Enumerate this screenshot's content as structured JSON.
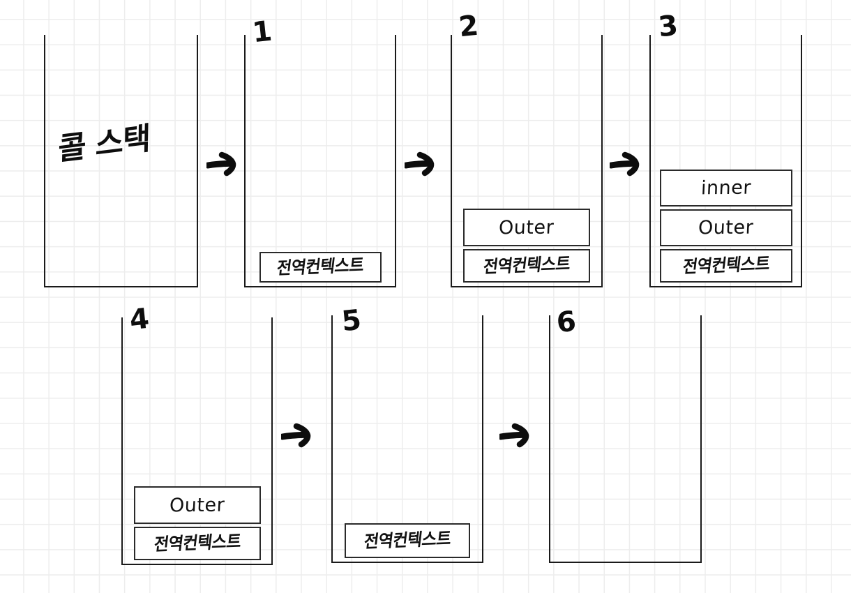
{
  "diagram": {
    "title_label": "콜 스택",
    "frame_labels": {
      "global": "전역컨텍스트",
      "outer": "Outer",
      "inner": "inner"
    },
    "ink_color": "#111111",
    "grid_color": "#ededed",
    "background_color": "#ffffff"
  },
  "steps": [
    {
      "id": "step-0",
      "number": "",
      "is_title_panel": true,
      "frames": []
    },
    {
      "id": "step-1",
      "number": "1",
      "is_title_panel": false,
      "frames": [
        {
          "label": "전역컨텍스트",
          "script": "hangul"
        }
      ]
    },
    {
      "id": "step-2",
      "number": "2",
      "is_title_panel": false,
      "frames": [
        {
          "label": "Outer",
          "script": "latin"
        },
        {
          "label": "전역컨텍스트",
          "script": "hangul"
        }
      ]
    },
    {
      "id": "step-3",
      "number": "3",
      "is_title_panel": false,
      "frames": [
        {
          "label": "inner",
          "script": "latin"
        },
        {
          "label": "Outer",
          "script": "latin"
        },
        {
          "label": "전역컨텍스트",
          "script": "hangul"
        }
      ]
    },
    {
      "id": "step-4",
      "number": "4",
      "is_title_panel": false,
      "frames": [
        {
          "label": "Outer",
          "script": "latin"
        },
        {
          "label": "전역컨텍스트",
          "script": "hangul"
        }
      ]
    },
    {
      "id": "step-5",
      "number": "5",
      "is_title_panel": false,
      "frames": [
        {
          "label": "전역컨텍스트",
          "script": "hangul"
        }
      ]
    },
    {
      "id": "step-6",
      "number": "6",
      "is_title_panel": false,
      "frames": []
    }
  ],
  "arrows": [
    {
      "id": "arrow-0-1",
      "glyph": "→"
    },
    {
      "id": "arrow-1-2",
      "glyph": "→"
    },
    {
      "id": "arrow-2-3",
      "glyph": "→"
    },
    {
      "id": "arrow-4-5",
      "glyph": "→"
    },
    {
      "id": "arrow-5-6",
      "glyph": "→"
    }
  ]
}
